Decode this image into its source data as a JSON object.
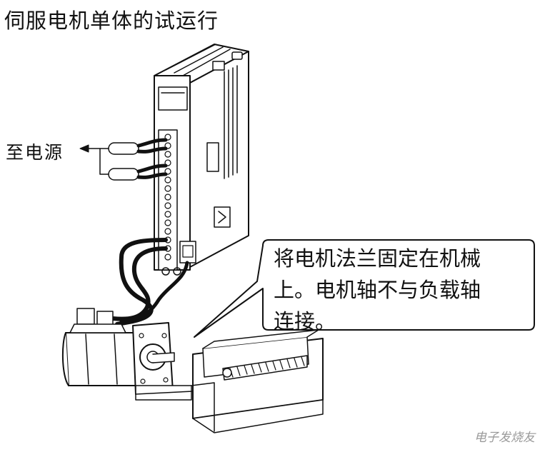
{
  "title": "伺服电机单体的试运行",
  "power_label": "至电源",
  "callout": {
    "lines": [
      "将电机法兰固定在机械",
      "上。电机轴不与负载轴",
      "连接。"
    ]
  },
  "watermark": "电子发烧友"
}
